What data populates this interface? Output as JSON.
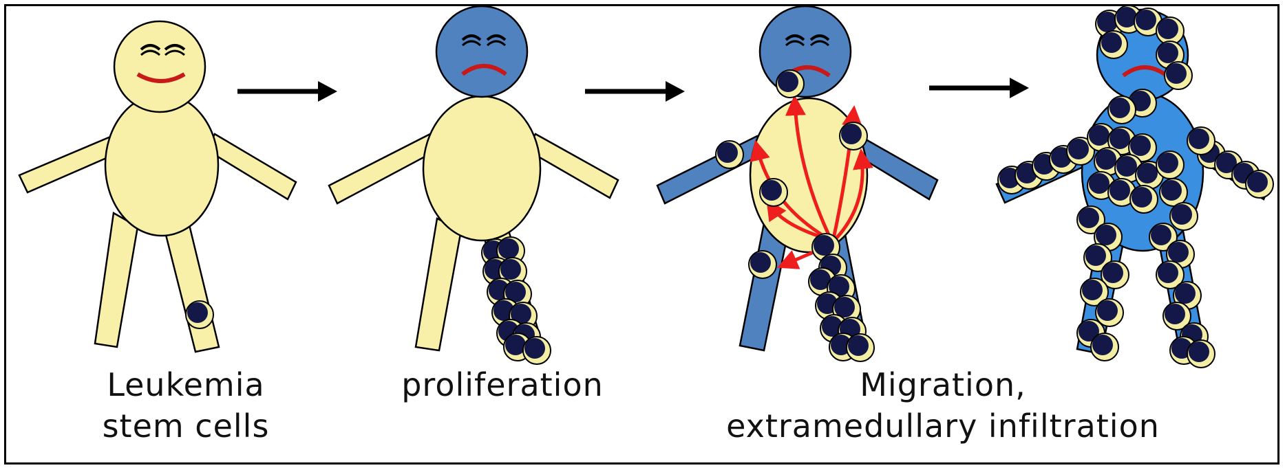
{
  "stages": [
    {
      "caption_lines": [
        "Leukemia",
        "stem cells"
      ]
    },
    {
      "caption_lines": [
        "proliferation"
      ]
    },
    {
      "caption_lines": [
        "Migration,",
        "extramedullary infiltration"
      ]
    }
  ],
  "colors": {
    "healthy_body": "#F8F0A8",
    "sick_body": "#4F82BE",
    "sick_body_bright": "#3A8FE0",
    "cell_fill": "#141848",
    "cell_rim": "#F4EEA4",
    "smile": "#C81818",
    "migration_arrow": "#EE1E1E",
    "outline": "#000000"
  },
  "icons": [
    "happy-face-icon",
    "sad-face-icon",
    "right-arrow-icon",
    "leukemia-cell-icon"
  ]
}
